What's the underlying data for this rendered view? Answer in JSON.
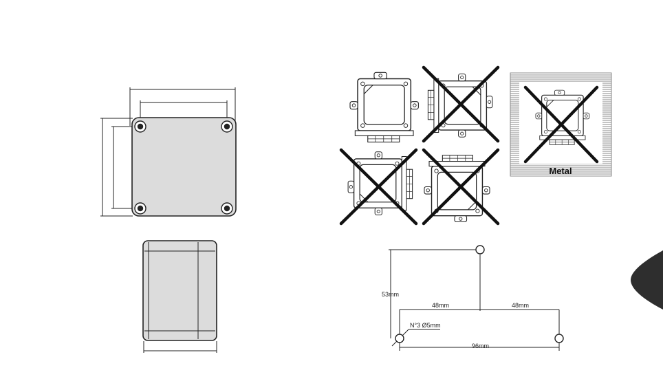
{
  "panels": {
    "mount_diagram": {
      "labels": {
        "height": "53mm",
        "left_half": "48mm",
        "right_half": "48mm",
        "total_width": "96mm",
        "hole_note": "N°3 Ø5mm"
      }
    },
    "orientation": {
      "metal_label": "Metal",
      "positions": [
        {
          "name": "upright",
          "allowed": true
        },
        {
          "name": "rotated-right",
          "allowed": false
        },
        {
          "name": "rotated-left",
          "allowed": false
        },
        {
          "name": "upside-down",
          "allowed": false
        },
        {
          "name": "inside-metal-enclosure",
          "allowed": false
        }
      ]
    }
  },
  "colors": {
    "line": "#1a1a1a",
    "box_fill": "#dcdcdc",
    "cross": "#111111",
    "metal_hatch": "#8a8a8a",
    "side_tab": "#2e2e2e"
  }
}
